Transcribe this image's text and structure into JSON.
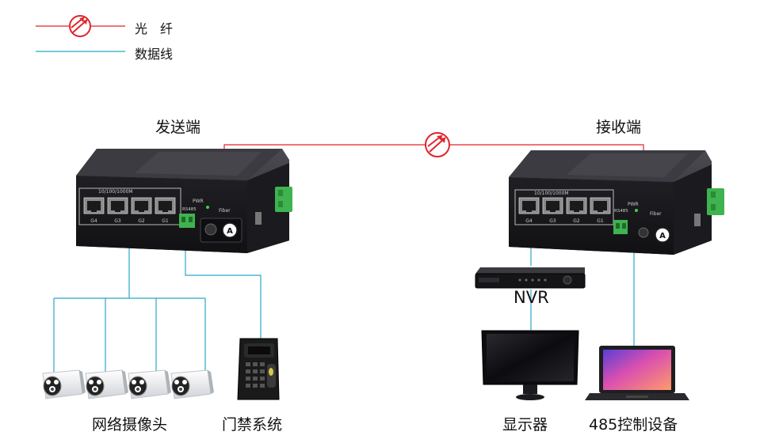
{
  "legend": {
    "fiber_label": "光　纤",
    "data_label": "数据线"
  },
  "sender": {
    "title": "发送端",
    "speed_label": "10/100/1000M",
    "ports": [
      "G4",
      "G3",
      "G2",
      "G1"
    ],
    "pwr": "PWR",
    "rs485": "RS485",
    "fiber": "Fiber",
    "fiber_port": "A"
  },
  "receiver": {
    "title": "接收端",
    "speed_label": "10/100/1000M",
    "ports": [
      "G4",
      "G3",
      "G2",
      "G1"
    ],
    "pwr": "PWR",
    "rs485": "RS485",
    "fiber": "Fiber",
    "fiber_port": "A"
  },
  "devices": {
    "cameras": "网络摄像头",
    "access_control": "门禁系统",
    "nvr": "NVR",
    "monitor": "显示器",
    "rs485_device": "485控制设备"
  },
  "colors": {
    "fiber_line": "#e0242b",
    "data_line": "#2aa6c8",
    "switch_body": "#2b2b2f",
    "terminal": "#3fb34f"
  }
}
